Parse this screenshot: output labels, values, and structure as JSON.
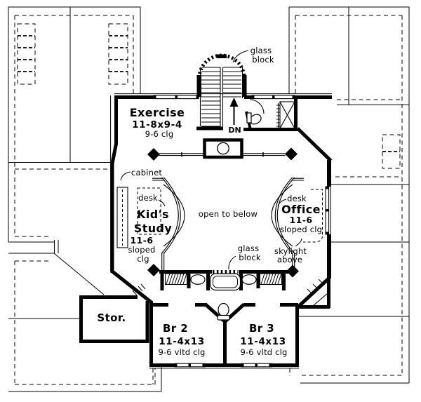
{
  "page": {
    "background": "#ffffff",
    "ink": "#000000"
  },
  "plan": {
    "rooms": {
      "exercise": {
        "name": "Exercise",
        "dims": "11-8x9-4",
        "clg": "9-6 clg"
      },
      "kids_study": {
        "name1": "Kid's",
        "name2": "Study",
        "dims": "11-6",
        "clg1": "sloped",
        "clg2": "clg"
      },
      "office": {
        "name": "Office",
        "dims": "11-6",
        "clg": "sloped clg"
      },
      "br2": {
        "name": "Br 2",
        "dims": "11-4x13",
        "clg": "9-6 vltd clg"
      },
      "br3": {
        "name": "Br 3",
        "dims": "11-4x13",
        "clg": "9-6 vltd clg"
      },
      "stor": {
        "name": "Stor."
      }
    },
    "annotations": {
      "glass_block1": "glass",
      "glass_block2": "block",
      "cabinet": "cabinet",
      "desk": "desk",
      "desk2": "desk",
      "open_to_below": "open to below",
      "skylight1": "skylight",
      "skylight2": "above",
      "dn": "DN"
    }
  }
}
